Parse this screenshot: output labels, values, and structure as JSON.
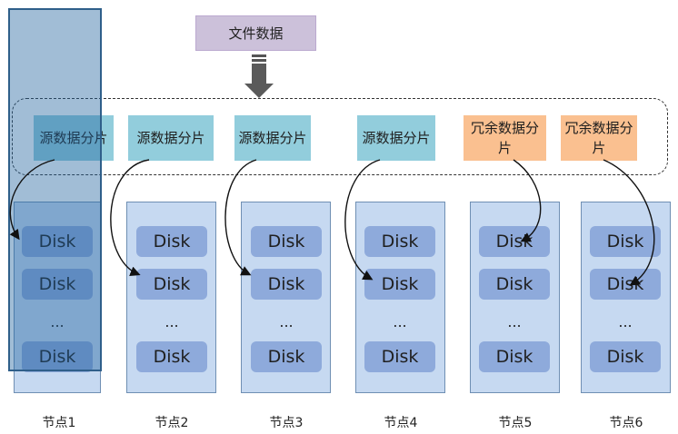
{
  "file_data": {
    "label": "文件数据"
  },
  "shards": [
    {
      "label": "源数据分片",
      "kind": "source"
    },
    {
      "label": "源数据分片",
      "kind": "source"
    },
    {
      "label": "源数据分片",
      "kind": "source"
    },
    {
      "label": "源数据分片",
      "kind": "source"
    },
    {
      "label": "冗余数据分片",
      "kind": "redundant"
    },
    {
      "label": "冗余数据分片",
      "kind": "redundant"
    }
  ],
  "nodes": [
    {
      "label": "节点1",
      "disks": [
        "Disk",
        "Disk",
        "...",
        "Disk"
      ]
    },
    {
      "label": "节点2",
      "disks": [
        "Disk",
        "Disk",
        "...",
        "Disk"
      ]
    },
    {
      "label": "节点3",
      "disks": [
        "Disk",
        "Disk",
        "...",
        "Disk"
      ]
    },
    {
      "label": "节点4",
      "disks": [
        "Disk",
        "Disk",
        "...",
        "Disk"
      ]
    },
    {
      "label": "节点5",
      "disks": [
        "Disk",
        "Disk",
        "...",
        "Disk"
      ]
    },
    {
      "label": "节点6",
      "disks": [
        "Disk",
        "Disk",
        "...",
        "Disk"
      ]
    }
  ],
  "colors": {
    "source_shard": "#92cddc",
    "redundant_shard": "#fac090",
    "node": "#c6d9f1",
    "disk": "#8eaadb",
    "file_box": "#ccc1da",
    "highlight": "#1f629e"
  }
}
